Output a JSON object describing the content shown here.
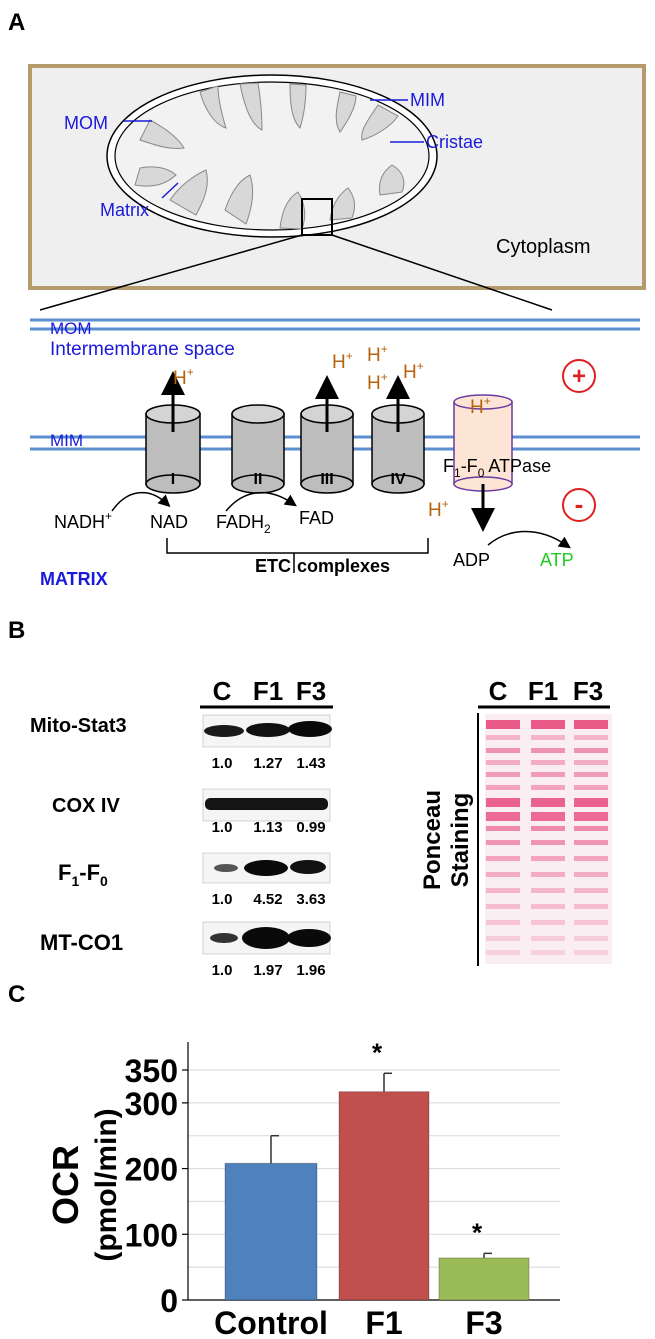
{
  "panel_a": {
    "letter": "A",
    "labels": {
      "mom": "MOM",
      "mim": "MIM",
      "cristae": "Cristae",
      "matrix": "Matrix",
      "cytoplasm": "Cytoplasm"
    },
    "membrane": {
      "mom": "MOM",
      "intermembrane": "Intermembrane space",
      "mim": "MIM",
      "matrix_label": "MATRIX",
      "complexes": [
        "I",
        "II",
        "III",
        "IV"
      ],
      "proton": "H",
      "proton_sup": "+",
      "atpase_label_pre": "F",
      "atpase_sub1": "1",
      "atpase_mid": "-F",
      "atpase_sub0": "0",
      "atpase_post": " ATPase",
      "plus_sign": "+",
      "minus_sign": "-",
      "nadh": "NADH",
      "nadh_sup": "+",
      "nad": "NAD",
      "fadh": "FADH",
      "fadh_sub": "2",
      "fad": "FAD",
      "etc_left": "ETC",
      "etc_right": "complexes",
      "adp": "ADP",
      "atp": "ATP"
    },
    "colors": {
      "membrane": "#5b8fd0",
      "label_blue": "#1a1adb",
      "proton": "#b8620c",
      "atp_green": "#22cc22",
      "sign_red": "#e02020"
    }
  },
  "panel_b": {
    "letter": "B",
    "lanes": [
      "C",
      "F1",
      "F3"
    ],
    "blots": [
      {
        "label": "Mito-Stat3",
        "values": [
          "1.0",
          "1.27",
          "1.43"
        ]
      },
      {
        "label": "COX IV",
        "values": [
          "1.0",
          "1.13",
          "0.99"
        ]
      },
      {
        "label_pre": "F",
        "label_sub1": "1",
        "label_mid": "-F",
        "label_sub0": "0",
        "values": [
          "1.0",
          "4.52",
          "3.63"
        ]
      },
      {
        "label": "MT-CO1",
        "values": [
          "1.0",
          "1.97",
          "1.96"
        ]
      }
    ],
    "ponceau_line1": "Ponceau",
    "ponceau_line2": "Staining"
  },
  "panel_c": {
    "letter": "C",
    "chart_data": {
      "type": "bar",
      "categories": [
        "Control",
        "F1",
        "F3"
      ],
      "values": [
        208,
        317,
        64
      ],
      "errors": [
        42,
        28,
        7
      ],
      "significance": [
        "",
        "*",
        "*"
      ],
      "ylabel_line1": "OCR",
      "ylabel_line2": "(pmol/min)",
      "ylim": [
        0,
        350
      ],
      "yticks": [
        "0",
        "100",
        "200",
        "300",
        "350"
      ],
      "colors": [
        "#4f81bd",
        "#c0504d",
        "#9bbb59"
      ],
      "grid": true
    }
  }
}
